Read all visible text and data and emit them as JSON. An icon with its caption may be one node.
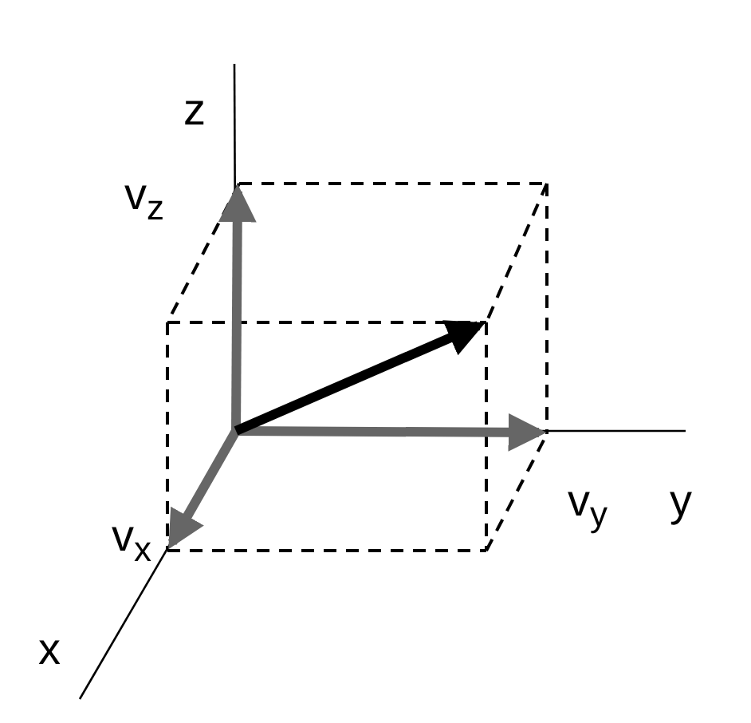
{
  "diagram": {
    "labels": [
      "z",
      "v$_{z}$",
      "v$_{y}$",
      "y",
      "v$_{x}$",
      "x"
    ]
  }
}
